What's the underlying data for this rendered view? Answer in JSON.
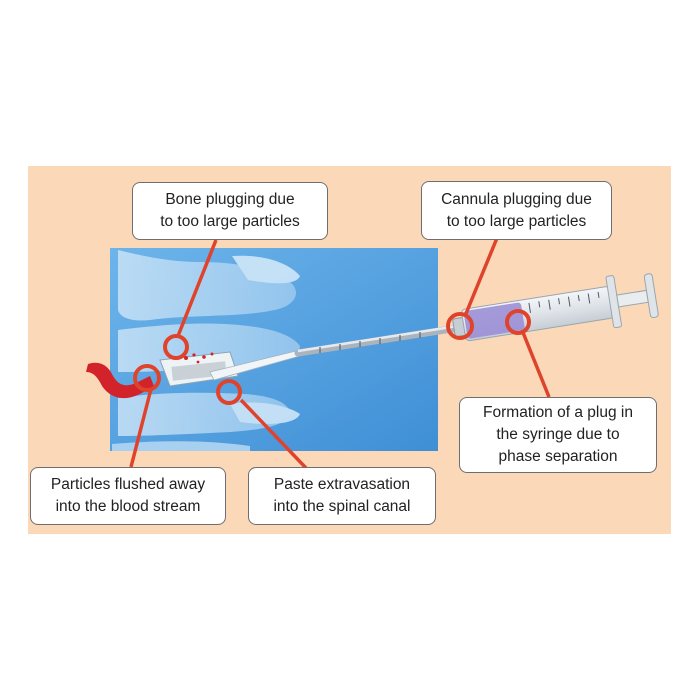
{
  "callouts": {
    "bone_plugging": {
      "line1": "Bone plugging due",
      "line2": "to too large particles"
    },
    "cannula_plugging": {
      "line1": "Cannula plugging due",
      "line2": "to too large particles"
    },
    "syringe_plug": {
      "line1": "Formation of a plug in",
      "line2": "the syringe due to",
      "line3": "phase separation"
    },
    "particles_flushed": {
      "line1": "Particles flushed away",
      "line2": "into the blood stream"
    },
    "paste_extravasation": {
      "line1": "Paste extravasation",
      "line2": "into the spinal canal"
    }
  },
  "colors": {
    "background_panel": "#fbd9b8",
    "image_blue": "#4a9ee0",
    "callout_line": "#e0432c",
    "callout_border": "#6e6e6e",
    "syringe_plunger": "#9b8fd6",
    "vessel": "#d3232a"
  }
}
